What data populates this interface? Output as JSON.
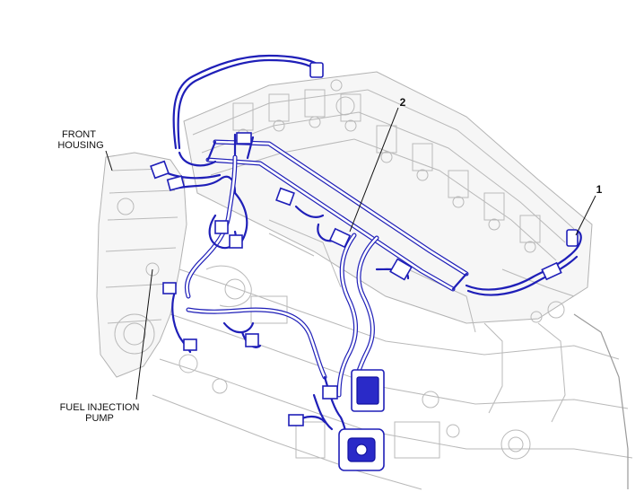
{
  "labels": {
    "front_housing": [
      "FRONT",
      "HOUSING"
    ],
    "fuel_injection_pump": [
      "FUEL INJECTION",
      "PUMP"
    ],
    "callout_1": "1",
    "callout_2": "2"
  },
  "colors": {
    "harness": "#1f1fb8",
    "engine_line": "#b9b9b9",
    "text": "#111111"
  }
}
